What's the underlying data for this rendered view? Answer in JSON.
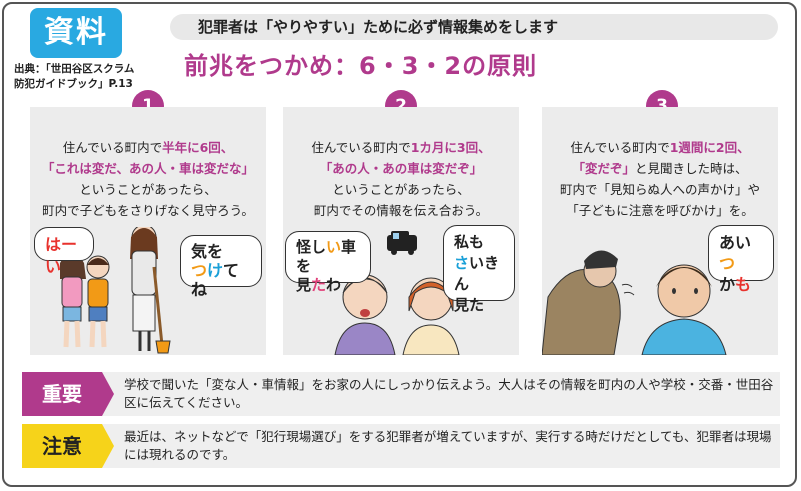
{
  "badge": "資料",
  "source_line1": "出典：「世田谷区スクラム",
  "source_line2": "防犯ガイドブック」P.13",
  "banner": "犯罪者は「やりやすい」ために必ず情報集めをします",
  "headline": "前兆をつかめ：6・3・2の原則",
  "panels": [
    {
      "num": "1",
      "l1a": "住んでいる町内で",
      "l1b": "半年に6回、",
      "l2": "「これは変だ、あの人・車は変だな」",
      "l3": "ということがあったら、",
      "l4": "町内で子どもをさりげなく見守ろう。",
      "b1": "は",
      "b1b": "ーい",
      "b2a": "気を",
      "b2b": "つ",
      "b2c": "け",
      "b2d": "てね"
    },
    {
      "num": "2",
      "l1a": "住んでいる町内で",
      "l1b": "1カ月に3回、",
      "l2": "「あの人・あの車は変だぞ」",
      "l3": "ということがあったら、",
      "l4": "町内でその情報を伝え合おう。",
      "b1a": "怪し",
      "b1b": "い",
      "b1c": "車を",
      "b1d": "見",
      "b1e": "た",
      "b1f": "わ",
      "b2a": "私も",
      "b2b": "さ",
      "b2c": "いきん",
      "b2d": "見た"
    },
    {
      "num": "3",
      "l1a": "住んでいる町内で",
      "l1b": "1週間に2回、",
      "l2a": "「変だぞ」",
      "l2b": "と見聞きした時は、",
      "l3": "町内で「見知らぬ人への声かけ」や",
      "l4": "「子どもに注意を呼びかけ」を。",
      "b1a": "あい",
      "b1b": "つ",
      "b1c": "か",
      "b1d": "も"
    }
  ],
  "important": {
    "label": "重要",
    "text": "学校で聞いた「変な人・車情報」をお家の人にしっかり伝えよう。大人はその情報を町内の人や学校・交番・世田谷区に伝えてください。",
    "color": "#b03a8c"
  },
  "caution": {
    "label": "注意",
    "text": "最近は、ネットなどで「犯行現場選び」をする犯罪者が増えていますが、実行する時だけだとしても、犯罪者は現場には現れるのです。",
    "color": "#f6d31a"
  }
}
